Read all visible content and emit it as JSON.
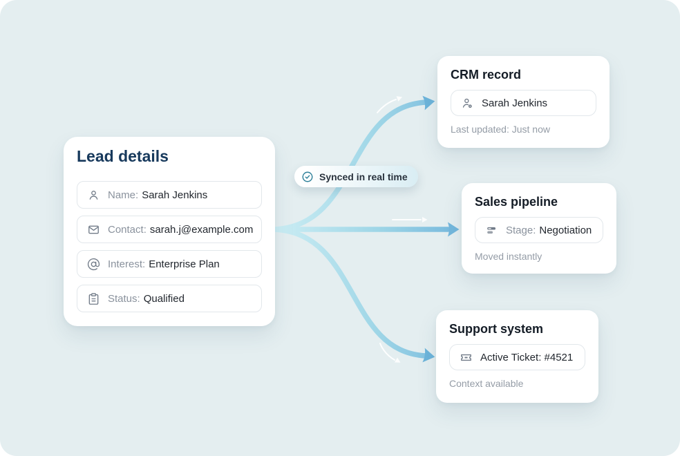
{
  "lead_card": {
    "title": "Lead details",
    "fields": [
      {
        "icon": "person-icon",
        "label": "Name:",
        "value": "Sarah Jenkins"
      },
      {
        "icon": "envelope-icon",
        "label": "Contact:",
        "value": "sarah.j@example.com"
      },
      {
        "icon": "at-sign-icon",
        "label": "Interest:",
        "value": "Enterprise Plan"
      },
      {
        "icon": "clipboard-icon",
        "label": "Status:",
        "value": "Qualified"
      }
    ]
  },
  "sync_badge": {
    "icon": "check-circle-icon",
    "label": "Synced in real time"
  },
  "crm_card": {
    "title": "CRM record",
    "icon": "user-badge-icon",
    "field_value": "Sarah Jenkins",
    "footer": "Last updated: Just now"
  },
  "sales_card": {
    "title": "Sales pipeline",
    "icon": "pipeline-stages-icon",
    "field_label": "Stage:",
    "field_value": "Negotiation",
    "footer": "Moved instantly"
  },
  "support_card": {
    "title": "Support system",
    "icon": "ticket-icon",
    "field_value": "Active Ticket: #4521",
    "footer": "Context available"
  },
  "colors": {
    "background": "#e4eef0",
    "card": "#ffffff",
    "lead_title": "#17395c",
    "target_title": "#141c26",
    "field_label": "#8a929d",
    "field_value": "#22272e",
    "footer": "#949ca6",
    "arrow_gradient_start": "#cdeef4",
    "arrow_gradient_end": "#74b7dc",
    "arrowhead": "#6db4da",
    "check_icon": "#2e8099"
  }
}
